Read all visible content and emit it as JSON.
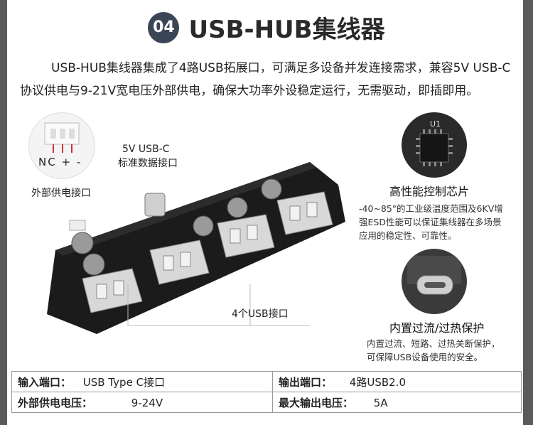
{
  "header": {
    "badge": "04",
    "title": "USB-HUB集线器"
  },
  "intro": {
    "line1": "USB-HUB集线器集成了4路USB拓展口，可满足多设备并发连接需求，兼容5V USB-C",
    "line2": "协议供电与9-21V宽电压外部供电，确保大功率外设稳定运行，无需驱动，即插即用。"
  },
  "callouts": {
    "connector_pins": [
      "NC",
      "+",
      "-"
    ],
    "external_power": "外部供电接口",
    "usbc_line1": "5V USB-C",
    "usbc_line2": "标准数据接口",
    "usb_ports": "4个USB接口",
    "chip_marking": "U1",
    "chip_title": "高性能控制芯片",
    "chip_desc": [
      "-40~85°的工业级温度范围及6KV增",
      "强ESD性能可以保证集线器在多场景",
      "应用的稳定性、可靠性。"
    ],
    "protect_title": "内置过流/过热保护",
    "protect_desc": [
      "内置过流、短路、过热关断保护，",
      "可保障USB设备使用的安全。"
    ]
  },
  "specs": {
    "rows": [
      [
        {
          "k": "输入端口：",
          "v": "USB Type C接口"
        },
        {
          "k": "输出端口：",
          "v": "4路USB2.0"
        }
      ],
      [
        {
          "k": "外部供电电压：",
          "v": "9-24V"
        },
        {
          "k": "最大输出电压：",
          "v": "5A"
        }
      ]
    ]
  },
  "colors": {
    "badge": "#3a4556",
    "board": "#1b1b1b",
    "usb_port": "#d8d8d8",
    "frame": "#5a5a5a"
  }
}
